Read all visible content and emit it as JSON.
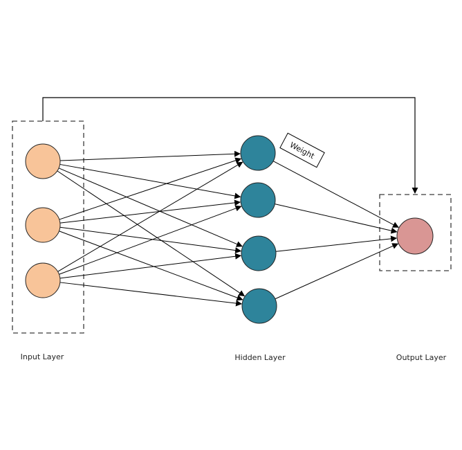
{
  "diagram": {
    "type": "neural-network",
    "layers": [
      {
        "id": "input",
        "label": "Input Layer",
        "node_count": 3,
        "color": "#f8c499"
      },
      {
        "id": "hidden",
        "label": "Hidden Layer",
        "node_count": 4,
        "color": "#2e849b"
      },
      {
        "id": "output",
        "label": "Output Layer",
        "node_count": 1,
        "color": "#d99694"
      }
    ],
    "edges": {
      "input_to_hidden": "fully-connected",
      "hidden_to_output": "fully-connected",
      "skip_connection": "input-group to output-group"
    },
    "weight_label": "Weight",
    "stroke_color": "#000000",
    "group_border_color": "#3a3a3a"
  }
}
